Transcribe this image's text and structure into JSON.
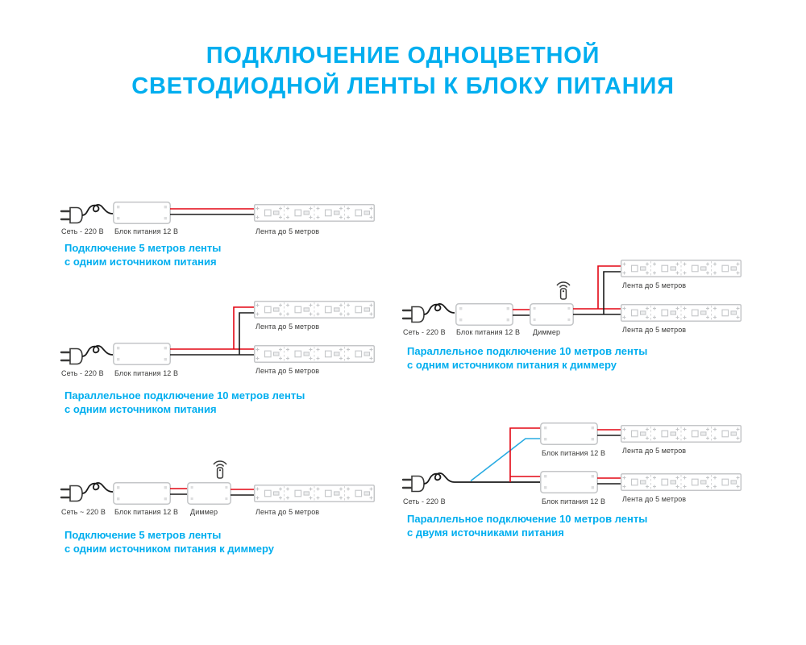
{
  "title": {
    "line1": "ПОДКЛЮЧЕНИЕ ОДНОЦВЕТНОЙ",
    "line2": "СВЕТОДИОДНОЙ ЛЕНТЫ К БЛОКУ ПИТАНИЯ"
  },
  "colors": {
    "accent": "#00AEEF",
    "wire_red": "#E30613",
    "wire_black": "#1A1A1A",
    "wire_blue": "#29ABE2",
    "component_outline": "#C4C6C8",
    "label_text": "#3A3A39"
  },
  "diagrams": [
    {
      "id": "single-strip-one-psu",
      "labels": {
        "mains": "Сеть - 220 В",
        "psu": "Блок питания 12 В",
        "strip": "Лента до 5 метров"
      },
      "caption": {
        "line1": "Подключение 5 метров ленты",
        "line2": "с одним источником питания"
      }
    },
    {
      "id": "parallel-two-strips-one-psu",
      "labels": {
        "mains": "Сеть - 220 В",
        "psu": "Блок питания 12 В",
        "strip_top": "Лента до 5 метров",
        "strip_bottom": "Лента до 5 метров"
      },
      "caption": {
        "line1": "Параллельное подключение 10 метров ленты",
        "line2": "с одним источником питания"
      }
    },
    {
      "id": "single-strip-one-psu-dimmer",
      "labels": {
        "mains": "Сеть ~ 220 В",
        "psu": "Блок питания 12 В",
        "dimmer": "Диммер",
        "strip": "Лента до 5 метров"
      },
      "caption": {
        "line1": "Подключение 5 метров ленты",
        "line2": "с одним источником питания к диммеру"
      }
    },
    {
      "id": "parallel-two-strips-one-psu-dimmer",
      "labels": {
        "mains": "Сеть - 220 В",
        "psu": "Блок питания 12 В",
        "dimmer": "Диммер",
        "strip_top": "Лента до 5 метров",
        "strip_bottom": "Лента до 5 метров"
      },
      "caption": {
        "line1": "Параллельное подключение 10 метров ленты",
        "line2": "с одним источником питания к диммеру"
      }
    },
    {
      "id": "parallel-two-strips-two-psu",
      "labels": {
        "mains": "Сеть - 220 В",
        "psu_top": "Блок питания 12 В",
        "psu_bottom": "Блок питания 12 В",
        "strip_top": "Лента до 5 метров",
        "strip_bottom": "Лента до 5 метров"
      },
      "caption": {
        "line1": "Параллельное подключение 10 метров ленты",
        "line2": "с двумя источниками питания"
      }
    }
  ]
}
